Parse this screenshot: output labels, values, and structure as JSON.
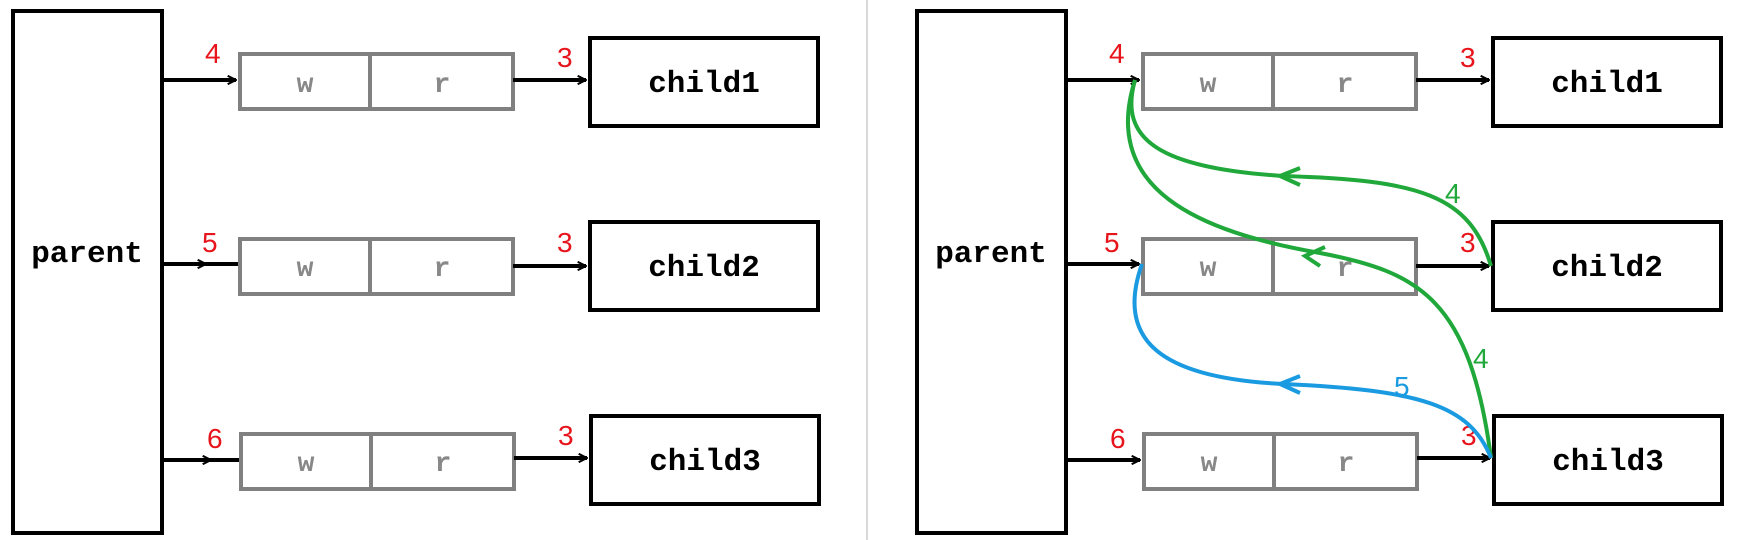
{
  "colors": {
    "line": "#000000",
    "pipe_border": "#808080",
    "pipe_text": "#888888",
    "fd_red": "#e8141c",
    "fd_green": "#20a83a",
    "fd_blue": "#1a9ae0",
    "divider": "#d8d8d8"
  },
  "left": {
    "parent_label": "parent",
    "rows": [
      {
        "parent_fd": "4",
        "write_end": "w",
        "read_end": "r",
        "child_fd": "3",
        "child_label": "child1"
      },
      {
        "parent_fd": "5",
        "write_end": "w",
        "read_end": "r",
        "child_fd": "3",
        "child_label": "child2"
      },
      {
        "parent_fd": "6",
        "write_end": "w",
        "read_end": "r",
        "child_fd": "3",
        "child_label": "child3"
      }
    ]
  },
  "right": {
    "parent_label": "parent",
    "rows": [
      {
        "parent_fd": "4",
        "write_end": "w",
        "read_end": "r",
        "child_fd": "3",
        "child_label": "child1"
      },
      {
        "parent_fd": "5",
        "write_end": "w",
        "read_end": "r",
        "child_fd": "3",
        "child_label": "child2"
      },
      {
        "parent_fd": "6",
        "write_end": "w",
        "read_end": "r",
        "child_fd": "3",
        "child_label": "child3"
      }
    ],
    "inherited_fds": {
      "child2_to_pipe1": "4",
      "child3_to_pipe1": "4",
      "child3_to_pipe2": "5"
    }
  }
}
